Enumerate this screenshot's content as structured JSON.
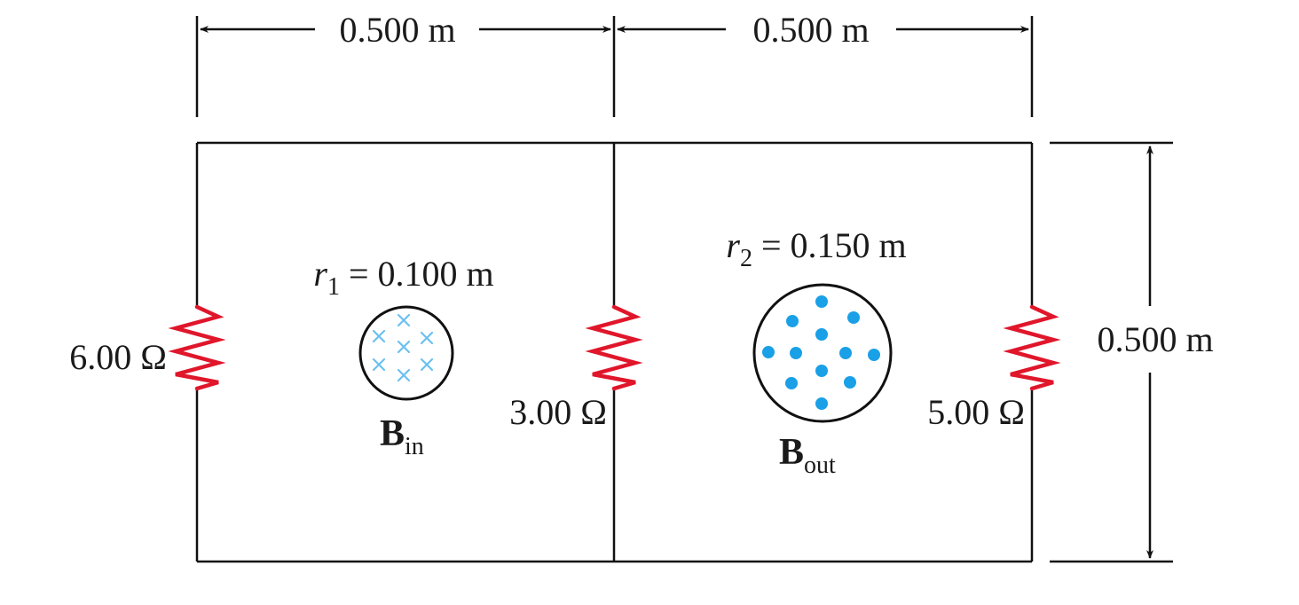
{
  "dimensions": {
    "left_width": "0.500 m",
    "right_width": "0.500 m",
    "height": "0.500 m"
  },
  "resistors": [
    {
      "id": "left",
      "value": "6.00 Ω"
    },
    {
      "id": "middle",
      "value": "3.00 Ω"
    },
    {
      "id": "right",
      "value": "5.00 Ω"
    }
  ],
  "regions": {
    "left": {
      "radius_symbol": "r",
      "radius_sub": "1",
      "radius_value": "= 0.100 m",
      "field_symbol": "B",
      "field_sub": "in",
      "field_marker": "cross-icon"
    },
    "right": {
      "radius_symbol": "r",
      "radius_sub": "2",
      "radius_value": "= 0.150 m",
      "field_symbol": "B",
      "field_sub": "out",
      "field_marker": "dot-icon"
    }
  },
  "colors": {
    "wire": "#111111",
    "resistor": "#e0162b",
    "field": "#1aa0e6",
    "field_cross": "#6cc0f0"
  }
}
